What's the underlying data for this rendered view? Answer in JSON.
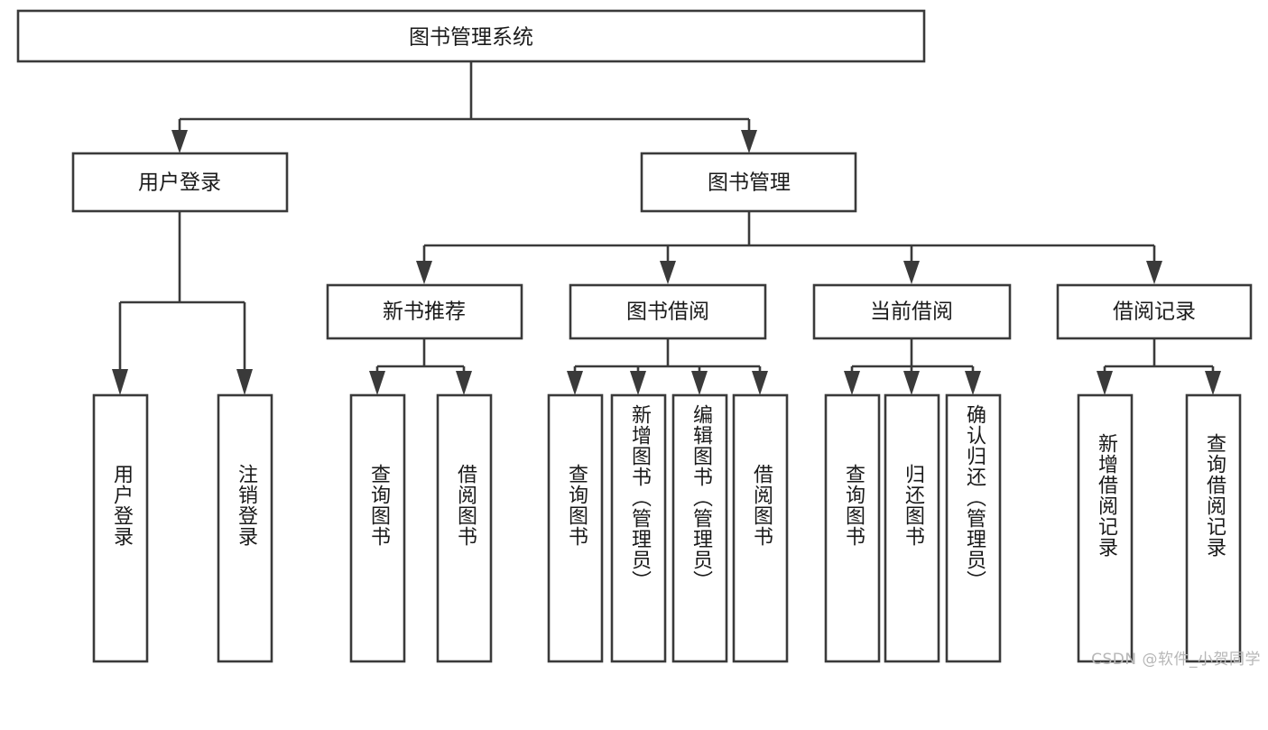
{
  "diagram": {
    "type": "tree-hierarchy-chart",
    "title": "图书管理系统",
    "watermark": "CSDN @软件_小贺同学",
    "colors": {
      "box_stroke": "#3a3a3a",
      "box_fill": "#ffffff",
      "text": "#1a1a1a",
      "connector": "#3a3a3a",
      "watermark": "#b7b7b7",
      "background": "#ffffff"
    },
    "root": {
      "label": "图书管理系统",
      "orientation": "horizontal"
    },
    "level2": [
      {
        "label": "用户登录",
        "orientation": "horizontal"
      },
      {
        "label": "图书管理",
        "orientation": "horizontal"
      }
    ],
    "level3": [
      {
        "label": "新书推荐",
        "orientation": "horizontal"
      },
      {
        "label": "图书借阅",
        "orientation": "horizontal"
      },
      {
        "label": "当前借阅",
        "orientation": "horizontal"
      },
      {
        "label": "借阅记录",
        "orientation": "horizontal"
      }
    ],
    "leaves": {
      "user_login": [
        {
          "label": "用户登录",
          "orientation": "vertical"
        },
        {
          "label": "注销登录",
          "orientation": "vertical"
        }
      ],
      "new_book_recommend": [
        {
          "label": "查询图书",
          "orientation": "vertical"
        },
        {
          "label": "借阅图书",
          "orientation": "vertical"
        }
      ],
      "book_borrow": [
        {
          "label": "查询图书",
          "orientation": "vertical"
        },
        {
          "label": "新增图书（管理员）",
          "orientation": "vertical"
        },
        {
          "label": "编辑图书（管理员）",
          "orientation": "vertical"
        },
        {
          "label": "借阅图书",
          "orientation": "vertical"
        }
      ],
      "current_borrow": [
        {
          "label": "查询图书",
          "orientation": "vertical"
        },
        {
          "label": "归还图书",
          "orientation": "vertical"
        },
        {
          "label": "确认归还（管理员）",
          "orientation": "vertical"
        }
      ],
      "borrow_record": [
        {
          "label": "新增借阅记录",
          "orientation": "vertical"
        },
        {
          "label": "查询借阅记录",
          "orientation": "vertical"
        }
      ]
    }
  }
}
